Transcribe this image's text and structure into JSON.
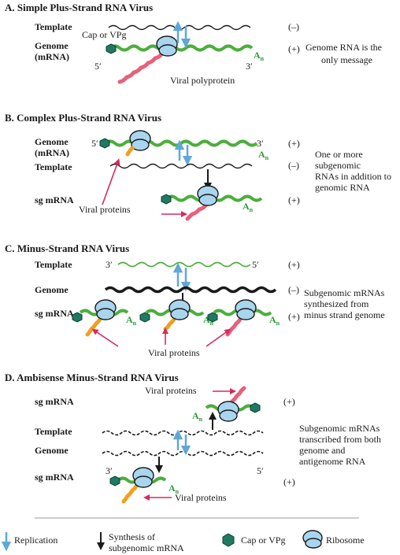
{
  "colors": {
    "green_strand": "#4cae3c",
    "black_strand": "#1a1a1a",
    "replication_arrow": "#5fa7d9",
    "protein_arrow": "#d42b5f",
    "cap": "#1f7a64",
    "ribosome": "#a9d6ee",
    "protein_pink": "#e8607a",
    "protein_orange": "#f0a020"
  },
  "icons": [
    "replication-arrow-icon",
    "synthesis-arrow-icon",
    "cap-hexagon-icon",
    "ribosome-icon"
  ],
  "sections": {
    "a": {
      "title": "A. Simple Plus-Strand RNA Virus",
      "template_label": "Template",
      "genome_label_1": "Genome",
      "genome_label_2": "(mRNA)",
      "cap_label": "Cap or VPg",
      "five_prime": "5′",
      "three_prime": "3′",
      "polya": "A",
      "polya_sub": "n",
      "protein_label": "Viral polyprotein",
      "sign_template": "(–)",
      "sign_genome": "(+)",
      "note_1": "Genome RNA is the",
      "note_2": "only message"
    },
    "b": {
      "title": "B. Complex Plus-Strand RNA Virus",
      "genome_label_1": "Genome",
      "genome_label_2": "(mRNA)",
      "template_label": "Template",
      "sg_label": "sg mRNA",
      "five_prime": "5′",
      "three_prime": "3′",
      "polya": "A",
      "polya_sub": "n",
      "sg_polya": "A",
      "sg_polya_sub": "n",
      "protein_label": "Viral proteins",
      "sign_genome": "(+)",
      "sign_template": "(–)",
      "sign_sg": "(+)",
      "note_1": "One or more",
      "note_2": "subgenomic",
      "note_3": "RNAs in addition to",
      "note_4": "genomic RNA"
    },
    "c": {
      "title": "C. Minus-Strand RNA Virus",
      "template_label": "Template",
      "genome_label": "Genome",
      "sg_label": "sg mRNA",
      "three_prime": "3′",
      "five_prime": "5′",
      "polya": "A",
      "polya_sub": "n",
      "protein_label": "Viral proteins",
      "sign_template": "(+)",
      "sign_genome": "(–)",
      "sign_sg": "(+)",
      "note_1": "Subgenomic mRNAs",
      "note_2": "synthesized from",
      "note_3": "minus strand genome"
    },
    "d": {
      "title": "D. Ambisense Minus-Strand RNA Virus",
      "sg_label_top": "sg mRNA",
      "template_label": "Template",
      "genome_label": "Genome",
      "sg_label_bottom": "sg mRNA",
      "protein_label_top": "Viral proteins",
      "protein_label_bottom": "Viral proteins",
      "three_prime": "3′",
      "five_prime": "5′",
      "polya": "A",
      "polya_sub": "n",
      "sign_top": "(+)",
      "sign_bottom": "(+)",
      "note_1": "Subgenomic mRNAs",
      "note_2": "transcribed from both",
      "note_3": "genome and",
      "note_4": "antigenome RNA"
    }
  },
  "legend": {
    "replication": "Replication",
    "synthesis_1": "Synthesis of",
    "synthesis_2": "subgenomic mRNA",
    "cap": "Cap or VPg",
    "ribosome": "Ribosome"
  }
}
